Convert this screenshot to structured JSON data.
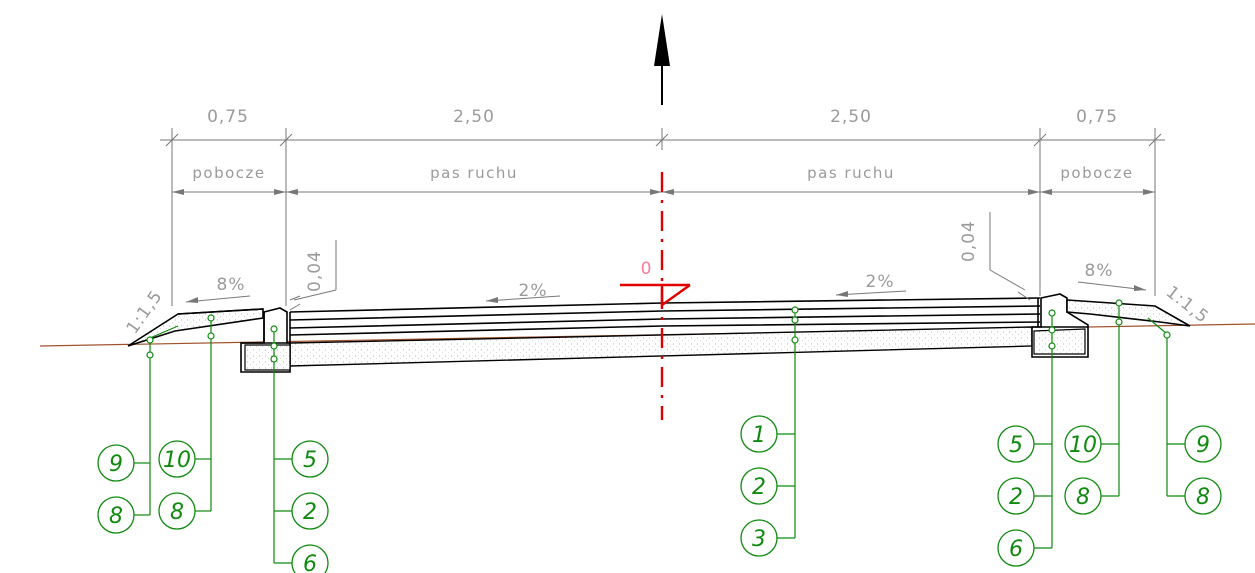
{
  "dimensions": {
    "left_shoulder": "0,75",
    "left_lane": "2,50",
    "right_lane": "2,50",
    "right_shoulder": "0,75"
  },
  "labels": {
    "left_shoulder": "pobocze",
    "left_lane": "pas ruchu",
    "right_lane": "pas ruchu",
    "right_shoulder": "pobocze"
  },
  "slopes": {
    "left_shoulder": "8%",
    "left_lane": "2%",
    "right_lane": "2%",
    "right_shoulder": "8%",
    "left_embankment": "1:1,5",
    "right_embankment": "1:1,5"
  },
  "heights": {
    "left_curb": "0,04",
    "right_curb": "0,04"
  },
  "axis": {
    "elevation_marker": "0"
  },
  "callouts": {
    "left_outer": [
      "9",
      "8"
    ],
    "left_inner": [
      "10",
      "8"
    ],
    "left_curb": [
      "5",
      "2",
      "6"
    ],
    "center": [
      "1",
      "2",
      "3"
    ],
    "right_curb": [
      "5",
      "2",
      "6"
    ],
    "right_inner": [
      "10",
      "8"
    ],
    "right_outer": [
      "9",
      "8"
    ]
  },
  "colors": {
    "axis": "#e00000",
    "callouts": "#0f8a0f",
    "ground": "#a0522d",
    "dimensions": "#777777"
  }
}
